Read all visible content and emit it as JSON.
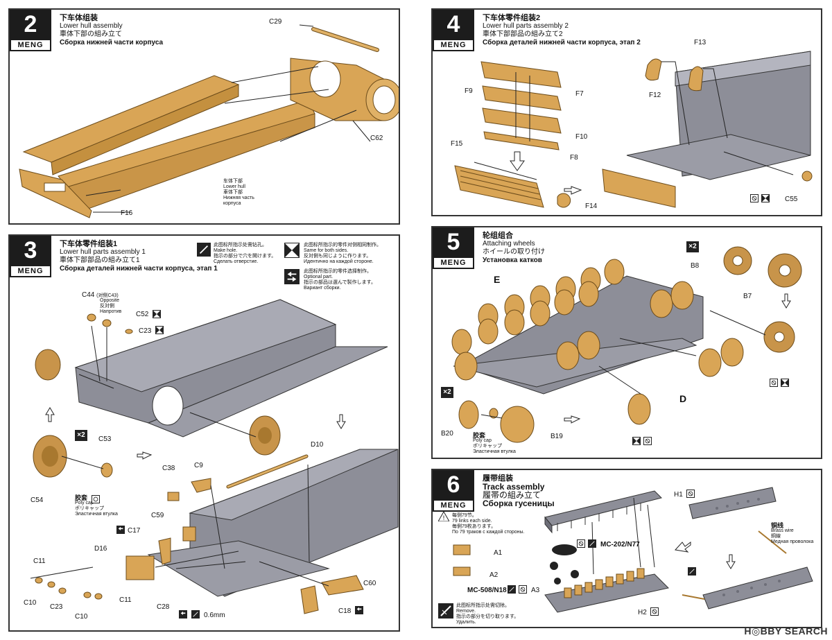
{
  "brand": "MENG",
  "steps": {
    "s2": {
      "num": "2",
      "cn": "下车体组装",
      "en": "Lower hull assembly",
      "jp": "車体下部の組み立て",
      "ru": "Сборка нижней части корпуса",
      "parts": {
        "c29": "C29",
        "c62": "C62",
        "f16": "F16"
      },
      "hull_label": [
        "车体下部",
        "Lower hull",
        "車体下部",
        "Нижняя часть",
        "корпуса"
      ]
    },
    "s4": {
      "num": "4",
      "cn": "下车体零件组装2",
      "en": "Lower hull parts assembly 2",
      "jp": "車体下部部品の組み立て2",
      "ru": "Сборка деталей нижней части корпуса, этап 2",
      "parts": {
        "f13": "F13",
        "f12": "F12",
        "f7": "F7",
        "f9": "F9",
        "f10": "F10",
        "f8": "F8",
        "f15": "F15",
        "f14": "F14",
        "c55": "C55"
      }
    },
    "s3": {
      "num": "3",
      "cn": "下车体零件组装1",
      "en": "Lower hull parts assembly 1",
      "jp": "車体下部部品の組み立て1",
      "ru": "Сборка деталей нижней части корпуса, этап 1",
      "legend": [
        {
          "cn": "此图标所指示处需钻孔。",
          "en": "Make hole.",
          "jp": "指示の部分で穴を開けます。",
          "ru": "Сделать отверстие."
        },
        {
          "cn": "此图标所指示的零件对侧相同制作。",
          "en": "Same for both sides.",
          "jp": "反対側も同じように作ります。",
          "ru": "Идентично на каждой стороне."
        },
        {
          "cn": "此图标所指示的零件选择制作。",
          "en": "Optional part.",
          "jp": "指示の部品は選んで製作します。",
          "ru": "Вариант сборки."
        }
      ],
      "parts": {
        "c44": "C44",
        "c44_note": "(对侧C43)",
        "opposite": [
          "Opposite",
          "反対側",
          "Напротив"
        ],
        "c52": "C52",
        "c23": "C23",
        "c53": "C53",
        "c54": "C54",
        "c38": "C38",
        "c9": "C9",
        "d10": "D10",
        "c59": "C59",
        "c17": "C17",
        "d16": "D16",
        "c11a": "C11",
        "c11b": "C11",
        "c10a": "C10",
        "c10b": "C10",
        "c23b": "C23",
        "c28": "C28",
        "c60": "C60",
        "c18": "C18",
        "drill": "0.6mm"
      },
      "polycap": [
        "胶套",
        "Poly cap",
        "ポリキャップ",
        "Эластичная втулка"
      ],
      "x2": "×2"
    },
    "s5": {
      "num": "5",
      "cn": "轮组组合",
      "en": "Attaching wheels",
      "jp": "ホイールの取り付け",
      "ru": "Установка катков",
      "parts": {
        "e": "E",
        "d": "D",
        "b8": "B8",
        "b7": "B7",
        "b20": "B20",
        "b19": "B19"
      },
      "polycap": [
        "胶套",
        "Poly cap",
        "ポリキャップ",
        "Эластичная втулка"
      ],
      "x2": "×2"
    },
    "s6": {
      "num": "6",
      "cn": "履带组装",
      "en": "Track assembly",
      "jp": "履帯の組み立て",
      "ru": "Сборка гусеницы",
      "note": [
        "每侧79节。",
        "79 links each side.",
        "毎側79枚あります。",
        "По 79 траков с каждой стороны."
      ],
      "parts": {
        "h1": "H1",
        "h2": "H2",
        "a1": "A1",
        "a2": "A2",
        "a3": "A3",
        "mc202": "MC-202/N77",
        "mc508": "MC-508/N18"
      },
      "wire": [
        "铜线",
        "Brass wire",
        "銅線",
        "Медная проволока"
      ],
      "cut": [
        "此图标所指示处需切除。",
        "Remove.",
        "指示の部分を切り取ります。",
        "Удалить."
      ]
    }
  },
  "watermark": "H◎BBY SEARCH",
  "colors": {
    "part": "#d9a556",
    "partDark": "#a8782f",
    "hull": "#8d8e98",
    "hullLight": "#b4b5bf",
    "hullDark": "#6d6e78"
  }
}
